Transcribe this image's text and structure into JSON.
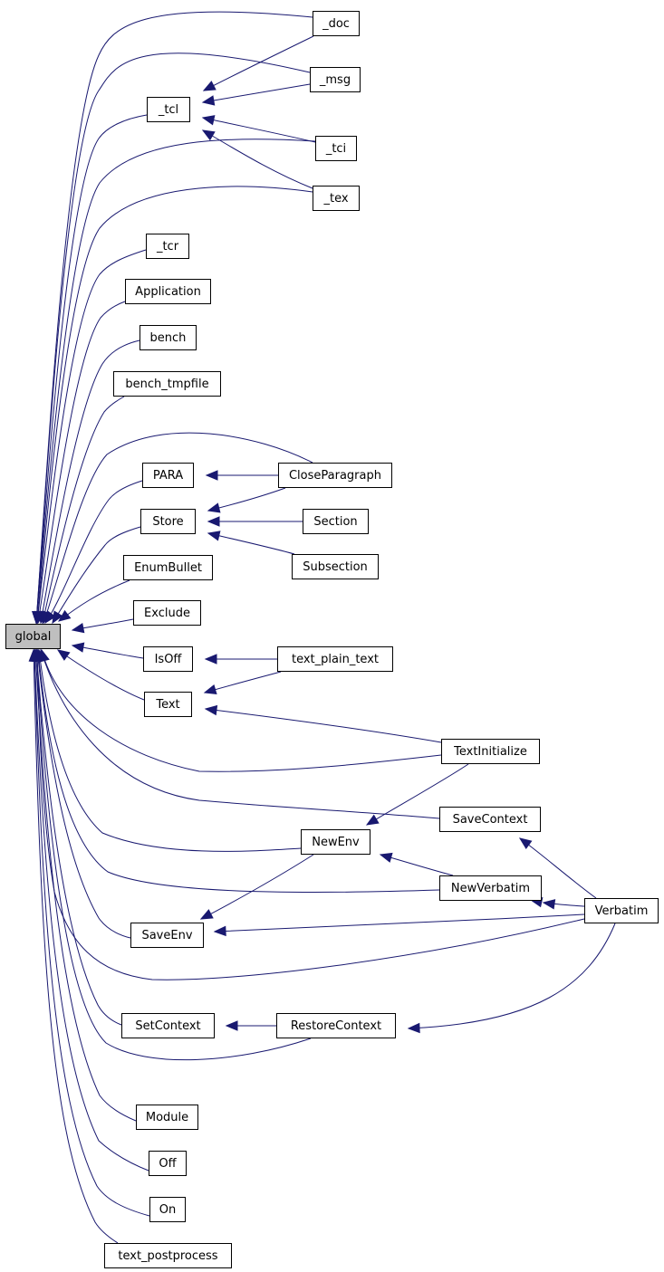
{
  "root": {
    "id": "global",
    "label": "global"
  },
  "nodes": [
    {
      "id": "_doc",
      "label": "_doc"
    },
    {
      "id": "_msg",
      "label": "_msg"
    },
    {
      "id": "_tcl",
      "label": "_tcl"
    },
    {
      "id": "_tci",
      "label": "_tci"
    },
    {
      "id": "_tex",
      "label": "_tex"
    },
    {
      "id": "_tcr",
      "label": "_tcr"
    },
    {
      "id": "Application",
      "label": "Application"
    },
    {
      "id": "bench",
      "label": "bench"
    },
    {
      "id": "bench_tmpfile",
      "label": "bench_tmpfile"
    },
    {
      "id": "PARA",
      "label": "PARA"
    },
    {
      "id": "CloseParagraph",
      "label": "CloseParagraph"
    },
    {
      "id": "Store",
      "label": "Store"
    },
    {
      "id": "Section",
      "label": "Section"
    },
    {
      "id": "Subsection",
      "label": "Subsection"
    },
    {
      "id": "EnumBullet",
      "label": "EnumBullet"
    },
    {
      "id": "Exclude",
      "label": "Exclude"
    },
    {
      "id": "IsOff",
      "label": "IsOff"
    },
    {
      "id": "text_plain_text",
      "label": "text_plain_text"
    },
    {
      "id": "Text",
      "label": "Text"
    },
    {
      "id": "TextInitialize",
      "label": "TextInitialize"
    },
    {
      "id": "SaveContext",
      "label": "SaveContext"
    },
    {
      "id": "NewEnv",
      "label": "NewEnv"
    },
    {
      "id": "NewVerbatim",
      "label": "NewVerbatim"
    },
    {
      "id": "Verbatim",
      "label": "Verbatim"
    },
    {
      "id": "SaveEnv",
      "label": "SaveEnv"
    },
    {
      "id": "SetContext",
      "label": "SetContext"
    },
    {
      "id": "RestoreContext",
      "label": "RestoreContext"
    },
    {
      "id": "Module",
      "label": "Module"
    },
    {
      "id": "Off",
      "label": "Off"
    },
    {
      "id": "On",
      "label": "On"
    },
    {
      "id": "text_postprocess",
      "label": "text_postprocess"
    }
  ],
  "edges": [
    [
      "_doc",
      "global"
    ],
    [
      "_msg",
      "global"
    ],
    [
      "_tcl",
      "global"
    ],
    [
      "_tci",
      "global"
    ],
    [
      "_tex",
      "global"
    ],
    [
      "_tcr",
      "global"
    ],
    [
      "Application",
      "global"
    ],
    [
      "bench",
      "global"
    ],
    [
      "bench_tmpfile",
      "global"
    ],
    [
      "CloseParagraph",
      "global"
    ],
    [
      "PARA",
      "global"
    ],
    [
      "Store",
      "global"
    ],
    [
      "EnumBullet",
      "global"
    ],
    [
      "Exclude",
      "global"
    ],
    [
      "IsOff",
      "global"
    ],
    [
      "Text",
      "global"
    ],
    [
      "TextInitialize",
      "global"
    ],
    [
      "SaveContext",
      "global"
    ],
    [
      "NewEnv",
      "global"
    ],
    [
      "NewVerbatim",
      "global"
    ],
    [
      "SaveEnv",
      "global"
    ],
    [
      "Verbatim",
      "global"
    ],
    [
      "SetContext",
      "global"
    ],
    [
      "RestoreContext",
      "global"
    ],
    [
      "Module",
      "global"
    ],
    [
      "Off",
      "global"
    ],
    [
      "On",
      "global"
    ],
    [
      "text_postprocess",
      "global"
    ],
    [
      "_doc",
      "_tcl"
    ],
    [
      "_msg",
      "_tcl"
    ],
    [
      "_tci",
      "_tcl"
    ],
    [
      "_tex",
      "_tcl"
    ],
    [
      "CloseParagraph",
      "PARA"
    ],
    [
      "CloseParagraph",
      "Store"
    ],
    [
      "Section",
      "Store"
    ],
    [
      "Subsection",
      "Store"
    ],
    [
      "text_plain_text",
      "IsOff"
    ],
    [
      "text_plain_text",
      "Text"
    ],
    [
      "TextInitialize",
      "Text"
    ],
    [
      "TextInitialize",
      "NewEnv"
    ],
    [
      "NewVerbatim",
      "NewEnv"
    ],
    [
      "NewEnv",
      "SaveEnv"
    ],
    [
      "Verbatim",
      "SaveContext"
    ],
    [
      "Verbatim",
      "NewVerbatim"
    ],
    [
      "Verbatim",
      "SaveEnv"
    ],
    [
      "Verbatim",
      "RestoreContext"
    ],
    [
      "RestoreContext",
      "SetContext"
    ]
  ],
  "colors": {
    "edge": "#191970",
    "root_fill": "#bfbfbf",
    "node_fill": "#ffffff",
    "node_border": "#000000"
  }
}
